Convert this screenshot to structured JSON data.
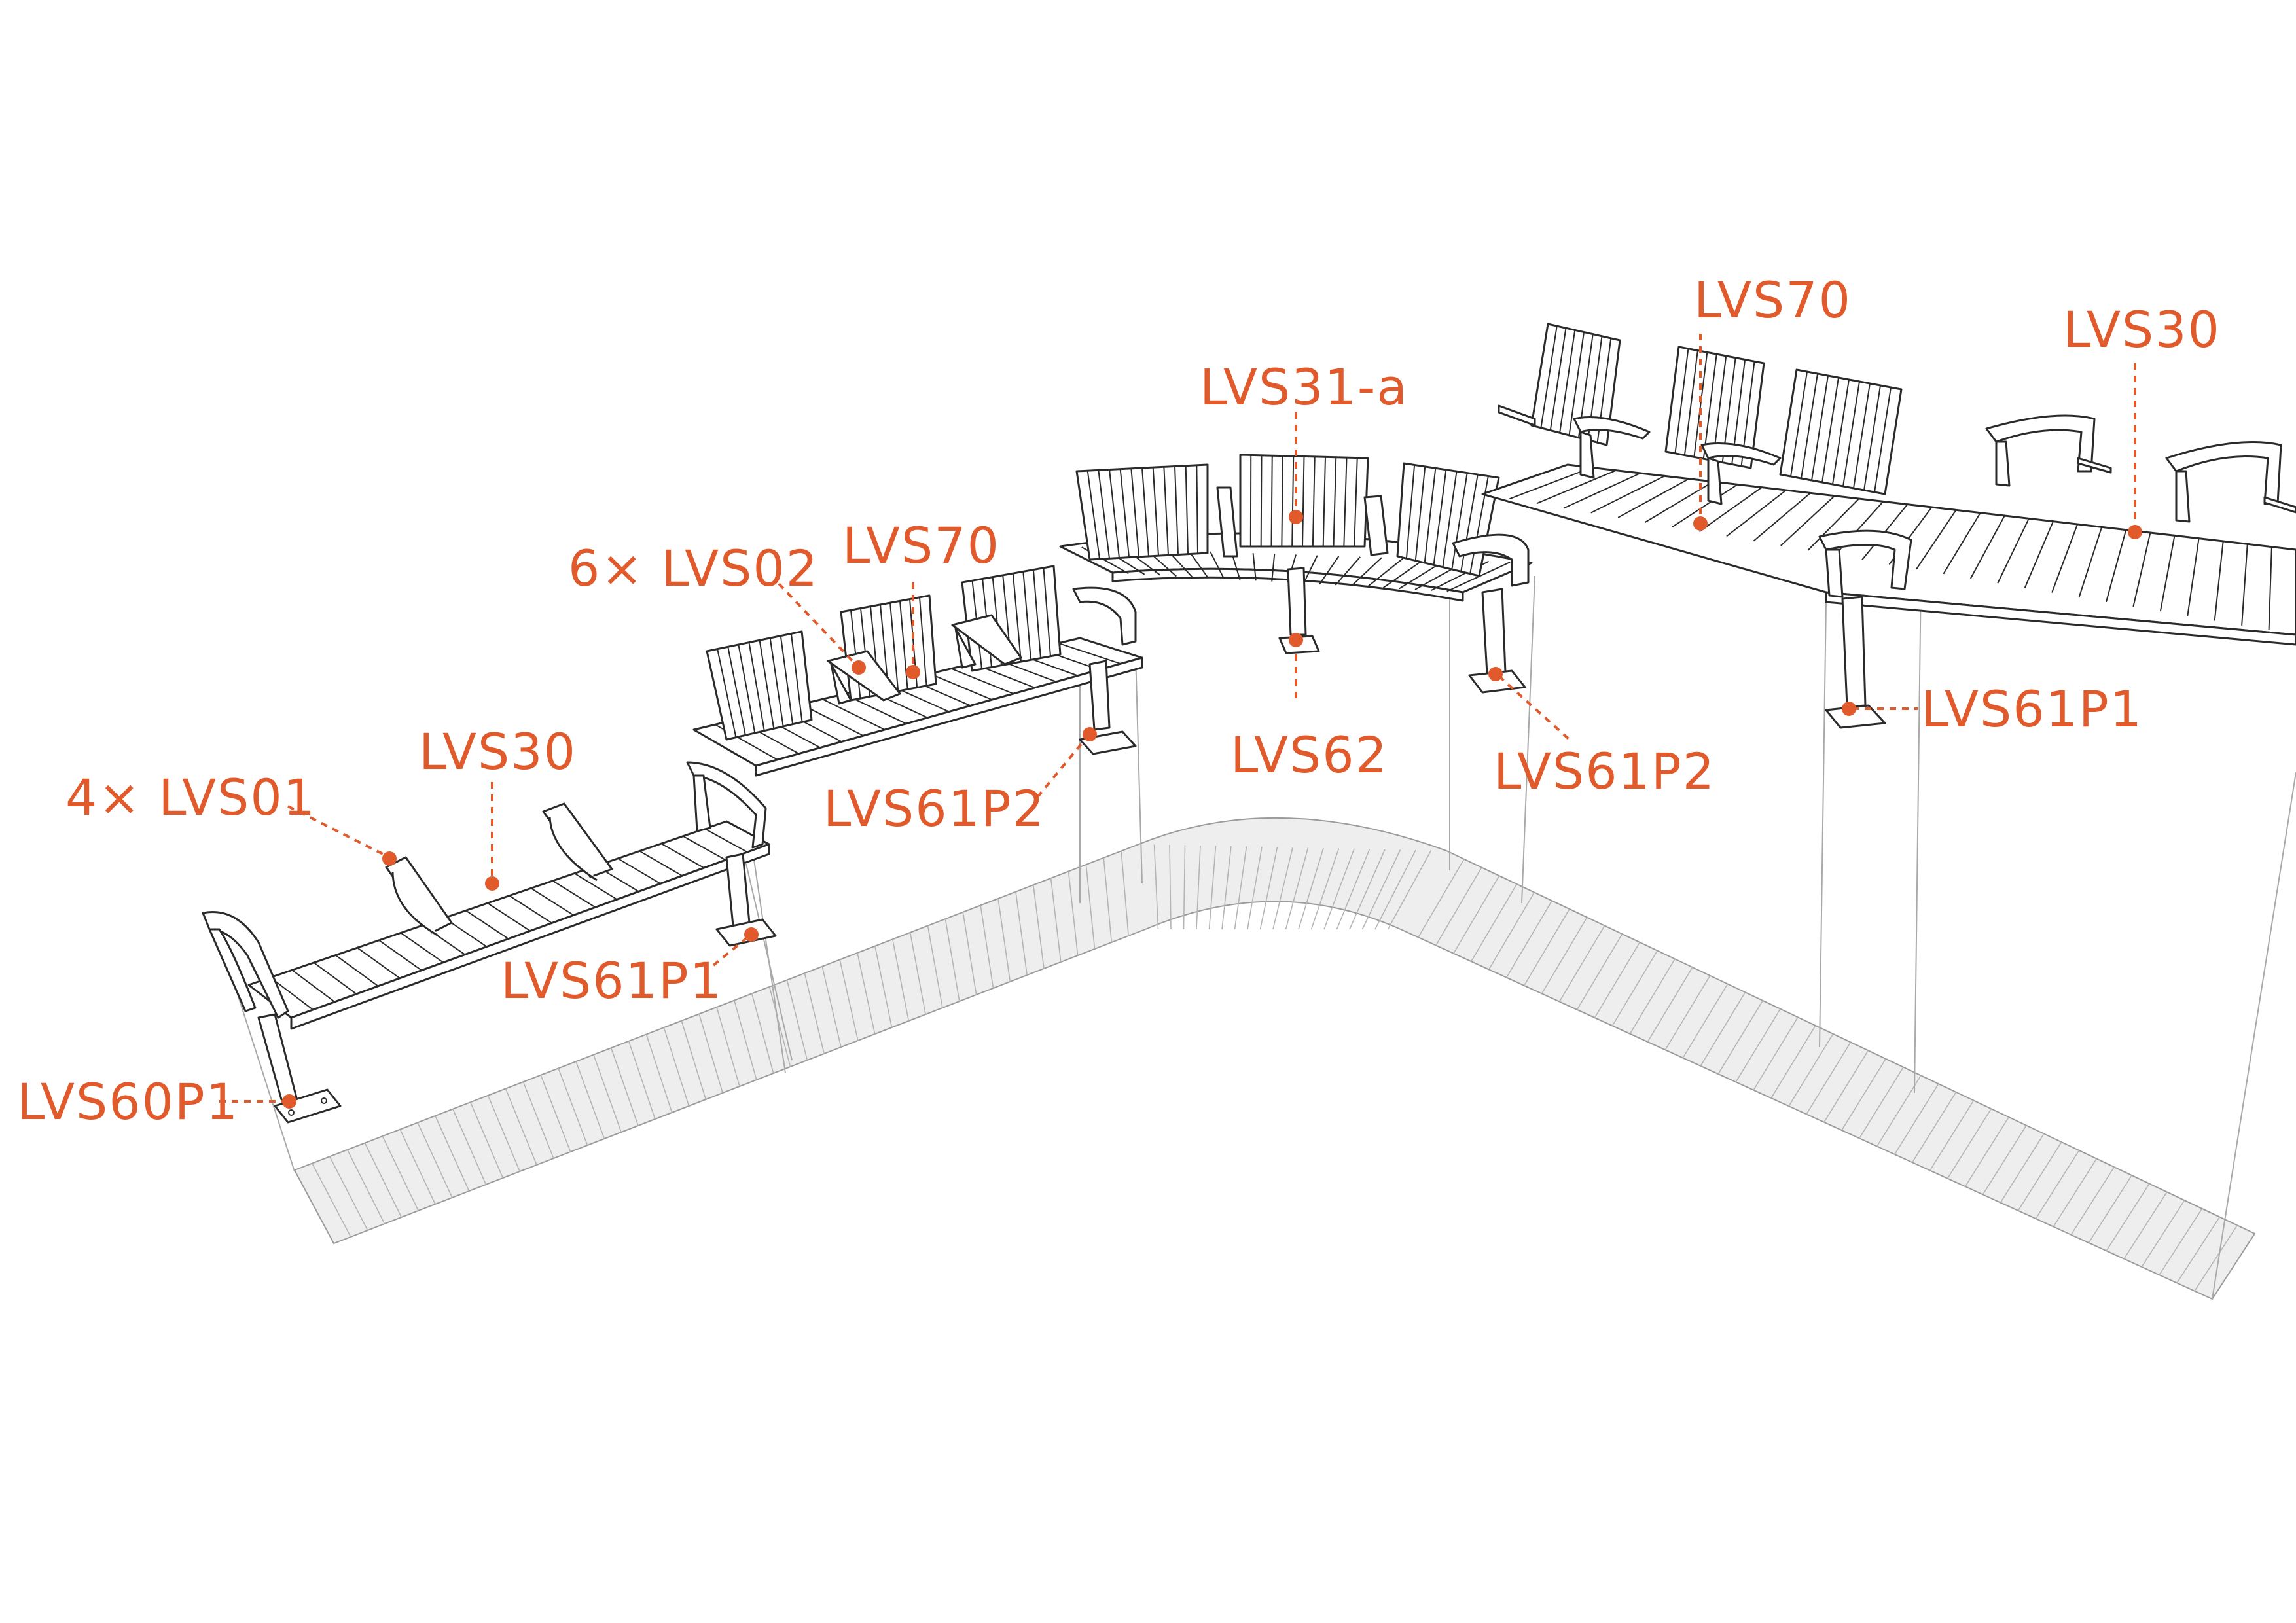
{
  "diagram": {
    "accent_color": "#e05a2b",
    "line_color": "#2a2a2a",
    "footprint_color": "#eeeeee",
    "callouts": [
      {
        "id": "lvs01",
        "label": "4× LVS01"
      },
      {
        "id": "lvs30-left",
        "label": "LVS30"
      },
      {
        "id": "lvs60p1",
        "label": "LVS60P1"
      },
      {
        "id": "lvs61p1-left",
        "label": "LVS61P1"
      },
      {
        "id": "lvs02",
        "label": "6× LVS02"
      },
      {
        "id": "lvs70-left",
        "label": "LVS70"
      },
      {
        "id": "lvs61p2-left",
        "label": "LVS61P2"
      },
      {
        "id": "lvs31a",
        "label": "LVS31-a"
      },
      {
        "id": "lvs62",
        "label": "LVS62"
      },
      {
        "id": "lvs61p2-right",
        "label": "LVS61P2"
      },
      {
        "id": "lvs70-right",
        "label": "LVS70"
      },
      {
        "id": "lvs30-right",
        "label": "LVS30"
      },
      {
        "id": "lvs61p1-right",
        "label": "LVS61P1"
      }
    ]
  }
}
